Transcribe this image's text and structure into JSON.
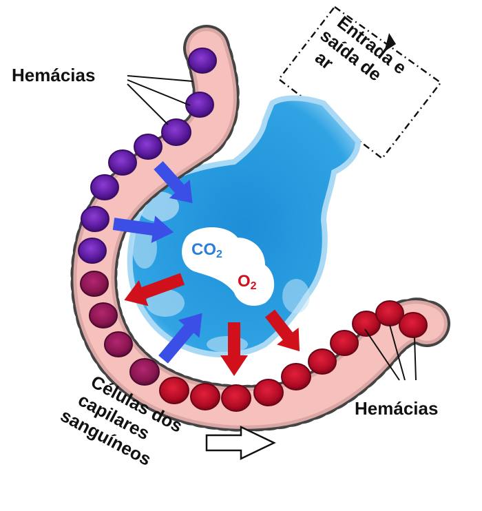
{
  "labels": {
    "hemacias_top": "Hemácias",
    "hemacias_right": "Hemácias",
    "air_box_lines": [
      "Entrada e",
      "saída de",
      "ar"
    ],
    "capillary_cells_lines": [
      "Células dos",
      "capilares",
      "sanguíneos"
    ]
  },
  "gases": {
    "co2_main": "CO",
    "co2_sub": "2",
    "o2_main": "O",
    "o2_sub": "2"
  },
  "colors": {
    "alveolus_fill": "#2f9fe0",
    "alveolus_edge": "#a9d9f4",
    "capillary_fill": "#f4b6b3",
    "rbc_deoxygenated": "#6a1fb0",
    "rbc_oxygenated": "#c8102e",
    "arrow_co2": "#3b4fe6",
    "arrow_o2": "#d0101a"
  },
  "icons": {
    "arrow_co2_diffusion": "blue-arrow",
    "arrow_o2_diffusion": "red-arrow",
    "blood_flow_direction": "outline-arrow-right",
    "air_flow_direction": "triangle-arrow"
  }
}
